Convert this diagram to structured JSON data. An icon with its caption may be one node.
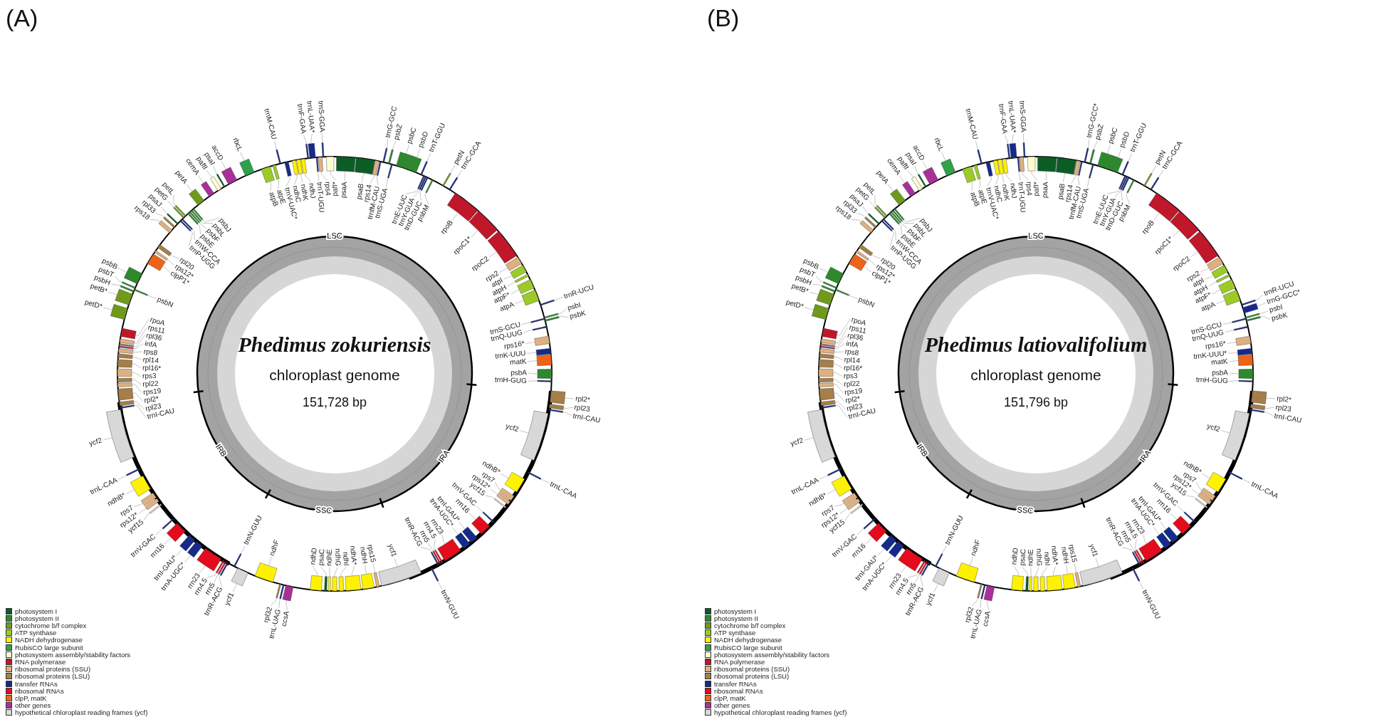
{
  "diagram": {
    "labels": [
      "(A)",
      "Phedimus zokuriensis",
      "chloroplast genome",
      "151,728 bp",
      "LSC",
      "IRA",
      "SSC",
      "IRB",
      "psaA",
      "psaB",
      "rps14",
      "trnfM-CAU",
      "trnG-GCC",
      "psbZ",
      "trnS-UGA",
      "psbC",
      "psbD",
      "trnT-GGU",
      "trnE-UUC",
      "trnY-GUA",
      "trnD-GUC",
      "psbM",
      "petN",
      "trnC-GCA",
      "rpoB",
      "rpoC1*",
      "rpoC2",
      "rps2",
      "atpI",
      "atpH",
      "atpF*",
      "atpA",
      "trnR-UCU",
      "psbI",
      "psbK",
      "trnS-GCU",
      "trnQ-UUG",
      "rps16*",
      "trnK-UUU",
      "matK",
      "psbA",
      "trnH-GUG",
      "rpl2*",
      "rpl23",
      "trnI-CAU",
      "ycf2",
      "trnL-CAA",
      "ndhB*",
      "rps7",
      "rps12*",
      "ycf15",
      "trnV-GAC",
      "rrn16",
      "trnI-GAU*",
      "trnA-UGC*",
      "rrn23",
      "rrn4.5",
      "rrn5",
      "trnR-ACG",
      "trnN-GUU",
      "ndhD",
      "psaC",
      "ndhE",
      "ndhG",
      "ndhI",
      "ndhA*",
      "ndhH",
      "rps15",
      "ycf1",
      "ccsA",
      "trnL-UAG",
      "rpl32",
      "ndhF",
      "ycf1",
      "trnN-GUU",
      "trnR-ACG",
      "rrn5",
      "rrn4.5",
      "rrn23",
      "trnA-UGC*",
      "trnI-GAU*",
      "rrn16",
      "trnV-GAC",
      "ycf15",
      "rps12*",
      "rps7",
      "ndhB*",
      "trnL-CAA",
      "ycf2",
      "trnI-CAU",
      "rpl23",
      "rpl2*",
      "rps19",
      "rpl22",
      "rps3",
      "rpl16*",
      "rpl14",
      "rps8",
      "infA",
      "rpl36",
      "rps11",
      "rpoA",
      "petD*",
      "petB*",
      "psbH",
      "psbN",
      "psbT",
      "psbB",
      "clpP1*",
      "rps12*",
      "rpl20",
      "rps18",
      "rpl33",
      "psaJ",
      "trnP-UGG",
      "trnW-CCA",
      "petG",
      "petL",
      "psbE",
      "psbF",
      "psbL",
      "psbJ",
      "petA",
      "cemA",
      "pafII",
      "psaI",
      "accD",
      "rbcL",
      "atpB",
      "atpE",
      "trnM-CAU",
      "trnV-UAC*",
      "ndhC",
      "ndhK",
      "ndhJ",
      "trnF-GAA",
      "trnL-UAA*",
      "trnT-UGU",
      "rps4",
      "trnS-GGA",
      "pafI*",
      "(B)",
      "Phedimus latiovalifolium",
      "chloroplast genome",
      "151,796 bp",
      "LSC",
      "IRA",
      "SSC",
      "IRB",
      "psaA",
      "psaB",
      "rps14",
      "trnfM-CAU",
      "trnG-GCC*",
      "psbZ",
      "trnS-UGA",
      "psbC",
      "psbD",
      "trnT-GGU",
      "trnE-UUC",
      "trnY-GUA",
      "trnD-GUC",
      "psbM",
      "petN",
      "trnC-GCA",
      "rpoB",
      "rpoC1*",
      "rpoC2",
      "rps2",
      "atpI",
      "atpH",
      "atpF*",
      "atpA",
      "trnR-UCU",
      "trnG-GCC*",
      "psbI",
      "psbK",
      "trnS-GCU",
      "trnQ-UUG",
      "rps16*",
      "trnK-UUU*",
      "matK",
      "psbA",
      "trnH-GUG",
      "rpl2*",
      "rpl23",
      "trnI-CAU",
      "ycf2",
      "trnL-CAA",
      "ndhB*",
      "rps7",
      "rps12*",
      "ycf15",
      "trnV-GAC",
      "rrn16",
      "trnI-GAU*",
      "trnA-UGC*",
      "rrn23",
      "rrn4.5",
      "rrn5",
      "trnR-ACG",
      "trnN-GUU",
      "ndhD",
      "psaC",
      "ndhE",
      "ndhG",
      "ndhI",
      "ndhA*",
      "ndhH",
      "rps15",
      "ycf1",
      "ccsA",
      "trnL-UAG",
      "rpl32",
      "ndhF",
      "ycf1",
      "trnN-GUU",
      "trnR-ACG",
      "rrn5",
      "rrn4.5",
      "rrn23",
      "trnA-UGC*",
      "trnI-GAU*",
      "rrn16",
      "trnV-GAC",
      "ycf15",
      "rps12*",
      "rps7",
      "ndhB*",
      "trnL-CAA",
      "ycf2",
      "trnI-CAU",
      "rpl23",
      "rpl2*",
      "rps19",
      "rpl22",
      "rps3",
      "rpl16*",
      "rpl14",
      "rps8",
      "infA",
      "rpl36",
      "rps11",
      "rpoA",
      "petD*",
      "petB*",
      "psbH",
      "psbN",
      "psbT",
      "psbB",
      "clpP1*",
      "rps12*",
      "rpl20",
      "rps18",
      "rpl33",
      "psaJ",
      "trnP-UGG",
      "trnW-CCA",
      "petG",
      "petL",
      "psbE",
      "psbF",
      "psbL",
      "psbJ",
      "petA",
      "cemA",
      "pafII",
      "psaI",
      "accD",
      "rbcL",
      "atpB",
      "atpE",
      "trnM-CAU",
      "trnV-UAC*",
      "ndhC",
      "ndhK",
      "ndhJ",
      "trnF-GAA",
      "trnL-UAA*",
      "trnT-UGU",
      "rps4",
      "trnS-GGA",
      "pafI*"
    ],
    "legend": [
      {
        "text": "photosystem I",
        "color": "#0b5d25"
      },
      {
        "text": "photosystem II",
        "color": "#2c8a2c"
      },
      {
        "text": "cytochrome b/f complex",
        "color": "#6f9a1c"
      },
      {
        "text": "ATP synthase",
        "color": "#9ccb29"
      },
      {
        "text": "NADH dehydrogenase",
        "color": "#fff200"
      },
      {
        "text": "RubisCO large subunit",
        "color": "#2ea14a"
      },
      {
        "text": "photosystem assembly/stability factors",
        "color": "#fdfbd0"
      },
      {
        "text": "RNA polymerase",
        "color": "#c0172b"
      },
      {
        "text": "ribosomal proteins (SSU)",
        "color": "#dfb07e"
      },
      {
        "text": "ribosomal proteins (LSU)",
        "color": "#a57e4a"
      },
      {
        "text": "transfer RNAs",
        "color": "#152a8a"
      },
      {
        "text": "ribosomal RNAs",
        "color": "#e30b1c"
      },
      {
        "text": "clpP, matK",
        "color": "#ee6317"
      },
      {
        "text": "other genes",
        "color": "#a8309a"
      },
      {
        "text": "hypothetical chloroplast reading frames (ycf)",
        "color": "#d8d8d8"
      },
      {
        "text": "photosystem I",
        "color": "#0b5d25"
      },
      {
        "text": "photosystem II",
        "color": "#2c8a2c"
      },
      {
        "text": "cytochrome b/f complex",
        "color": "#6f9a1c"
      },
      {
        "text": "ATP synthase",
        "color": "#9ccb29"
      },
      {
        "text": "NADH dehydrogenase",
        "color": "#fff200"
      },
      {
        "text": "RubisCO large subunit",
        "color": "#2ea14a"
      },
      {
        "text": "photosystem assembly/stability factors",
        "color": "#fdfbd0"
      },
      {
        "text": "RNA polymerase",
        "color": "#c0172b"
      },
      {
        "text": "ribosomal proteins (SSU)",
        "color": "#dfb07e"
      },
      {
        "text": "ribosomal proteins (LSU)",
        "color": "#a57e4a"
      },
      {
        "text": "transfer RNAs",
        "color": "#152a8a"
      },
      {
        "text": "ribosomal RNAs",
        "color": "#e30b1c"
      },
      {
        "text": "clpP, matK",
        "color": "#ee6317"
      },
      {
        "text": "other genes",
        "color": "#a8309a"
      },
      {
        "text": "hypothetical chloroplast reading frames (ycf)",
        "color": "#d8d8d8"
      }
    ]
  }
}
